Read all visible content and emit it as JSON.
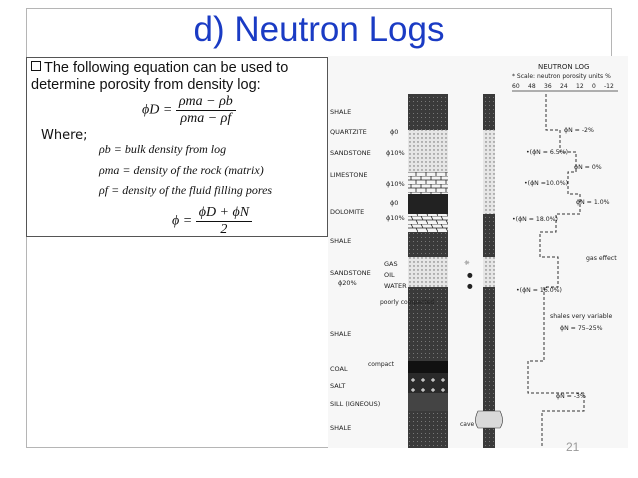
{
  "slide": {
    "title": "d) Neutron Logs",
    "intro": "The following equation can be used to determine porosity from density log:",
    "equation1": {
      "lhs": "ϕD =",
      "num": "ρma − ρb",
      "den": "ρma − ρf"
    },
    "where_label": "Where;",
    "definitions": [
      "ρb = bulk density from log",
      "ρma = density of the rock (matrix)",
      "ρf = density of the fluid filling pores"
    ],
    "equation2": {
      "lhs": "ϕ =",
      "num": "ϕD + ϕN",
      "den": "2"
    },
    "page_number": "21"
  },
  "figure": {
    "header_title": "NEUTRON LOG",
    "header_scale": "* Scale: neutron porosity units %",
    "scale_ticks": [
      "60",
      "48",
      "36",
      "24",
      "12",
      "0",
      "-12"
    ],
    "lithologies": [
      "SHALE",
      "QUARTZITE",
      "SANDSTONE",
      "LIMESTONE",
      "DOLOMITE",
      "SHALE",
      "SANDSTONE",
      "SHALE",
      "COAL",
      "SALT",
      "SILL (IGNEOUS)",
      "SHALE"
    ],
    "porosities": [
      "ϕ0",
      "ϕ10%",
      "ϕ10%",
      "ϕ0",
      "ϕ10%",
      "ϕ20%"
    ],
    "fluids": [
      "GAS",
      "OIL",
      "WATER"
    ],
    "annotations": [
      "poorly compacted",
      "compact",
      "cave"
    ],
    "log_labels": [
      "ϕN = -2%",
      "•(ϕN = 6.5%)",
      "ϕN = 0%",
      "•(ϕN =10.0%)",
      "ϕN = 1.0%",
      "•(ϕN = 18.0%)",
      "gas effect",
      "•(ϕN = 16.0%)",
      "shales very variable",
      "ϕN = 75–25%",
      "ϕN = -3%"
    ]
  }
}
